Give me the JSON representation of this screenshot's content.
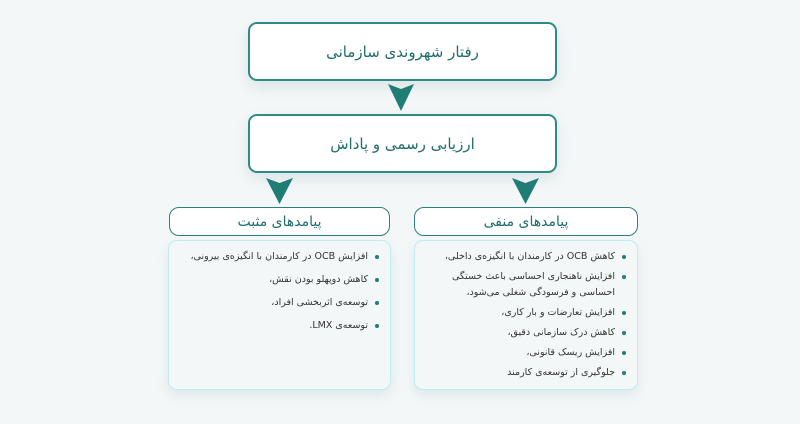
{
  "diagram": {
    "top_node": {
      "label": "رفتار شهروندی سازمانی"
    },
    "middle_node": {
      "label": "ارزیابی رسمی و پاداش"
    },
    "positive": {
      "title": "پیامدهای مثبت",
      "items": [
        "افزایش OCB در کارمندان با انگیزه‌ی بیرونی،",
        "کاهش دوپهلو بودن نقش،",
        "توسعه‌ی اثربخشی افراد،",
        "توسعه‌ی LMX."
      ]
    },
    "negative": {
      "title": "پیامدهای منفی",
      "items": [
        "کاهش OCB در کارمندان با انگیزه‌ی داخلی،",
        "افزایش ناهنجاری احساسی باعث خستگی احساسی و فرسودگی شغلی می‌شود،",
        "افزایش تعارضات و بار کاری،",
        "کاهش درک سازمانی دقیق،",
        "افزایش ریسک قانونی،",
        "جلوگیری از توسعه‌ی کارمند"
      ]
    },
    "colors": {
      "accent": "#1f7d75",
      "border": "#2e8b85",
      "content_border": "#bfecee",
      "background": "#f3f7f8",
      "text": "#1f6e6a"
    },
    "arrows": [
      "arrow-down-icon",
      "arrow-down-icon",
      "arrow-down-icon"
    ]
  }
}
